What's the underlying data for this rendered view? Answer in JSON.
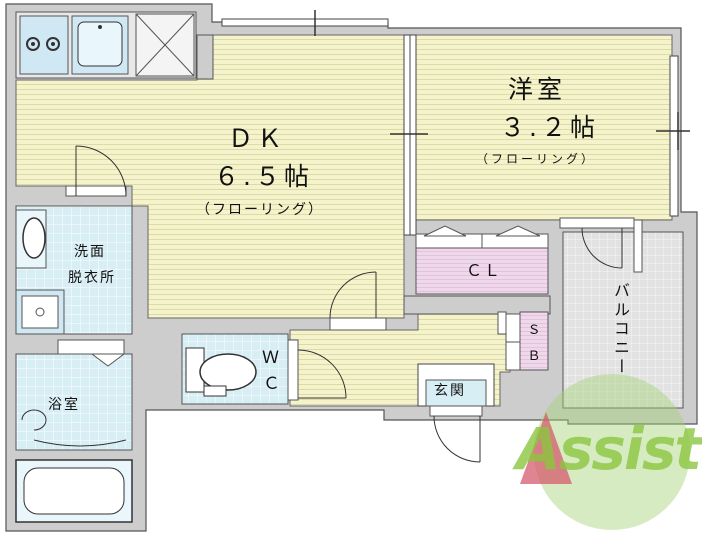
{
  "rooms": {
    "dk": {
      "name": "ＤＫ",
      "size": "６.５帖",
      "floor": "（フローリング）"
    },
    "western": {
      "name": "洋室",
      "size": "３.２帖",
      "floor": "（フローリング）"
    },
    "closet": {
      "name": "ＣＬ"
    },
    "shoe_box": {
      "name": "ＳＢ"
    },
    "washroom": {
      "line1": "洗面",
      "line2": "脱衣所"
    },
    "bathroom": {
      "name": "浴室"
    },
    "wc": {
      "line1": "Ｗ",
      "line2": "Ｃ"
    },
    "entrance": {
      "name": "玄関"
    },
    "balcony": {
      "name": "バルコニー"
    }
  },
  "logo": {
    "text": "Assist"
  },
  "colors": {
    "wall": "#cfcfcf",
    "wall_edge": "#555555",
    "tatami_floor": "#f3f2c9",
    "wet_tile": "#d6eef4",
    "closet": "#efd8ea",
    "balcony": "#e3e3e3",
    "logo_green": "#a6d279"
  }
}
